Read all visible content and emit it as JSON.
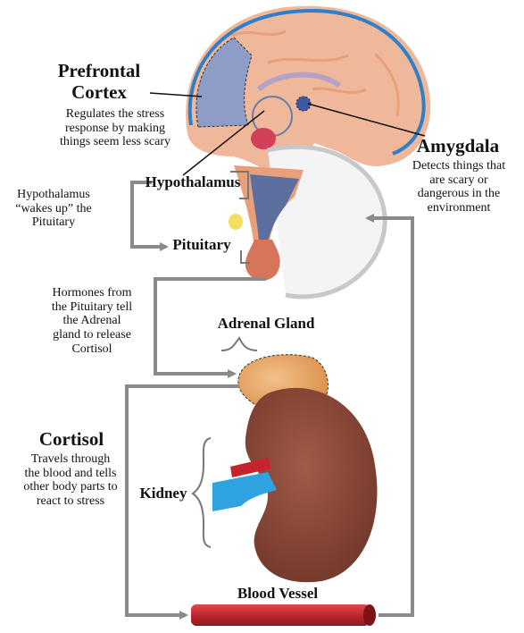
{
  "labels": {
    "prefrontal_title": "Prefrontal\nCortex",
    "prefrontal_desc": "Regulates the stress\nresponse by making\nthings seem less scary",
    "amygdala_title": "Amygdala",
    "amygdala_desc": "Detects things that\nare scary or\ndangerous in the\nenvironment",
    "hypothalamus": "Hypothalamus",
    "pituitary": "Pituitary",
    "hypo_wakes_desc": "Hypothalamus\n“wakes up” the\nPituitary",
    "hormones_desc": "Hormones from\nthe Pituitary tell\nthe Adrenal\ngland to release\nCortisol",
    "adrenal_gland": "Adrenal Gland",
    "cortisol_title": "Cortisol",
    "cortisol_desc": "Travels through\nthe blood and tells\nother body parts to\nreact to stress",
    "kidney": "Kidney",
    "blood_vessel": "Blood Vessel"
  },
  "colors": {
    "brain_tissue": "#f0b89a",
    "brain_fold": "#e8a07a",
    "cortex_outline": "#2f7fc9",
    "prefrontal_region": "#8e9cc8",
    "amygdala": "#3a5aa8",
    "pituitary_blue": "#5d6f9e",
    "adrenal": "#e6a35f",
    "kidney": "#8b4a3a",
    "artery": "#c8232c",
    "vein": "#2fa3e0",
    "blood_vessel": "#c0262d",
    "arrow": "#8a8a8a"
  }
}
